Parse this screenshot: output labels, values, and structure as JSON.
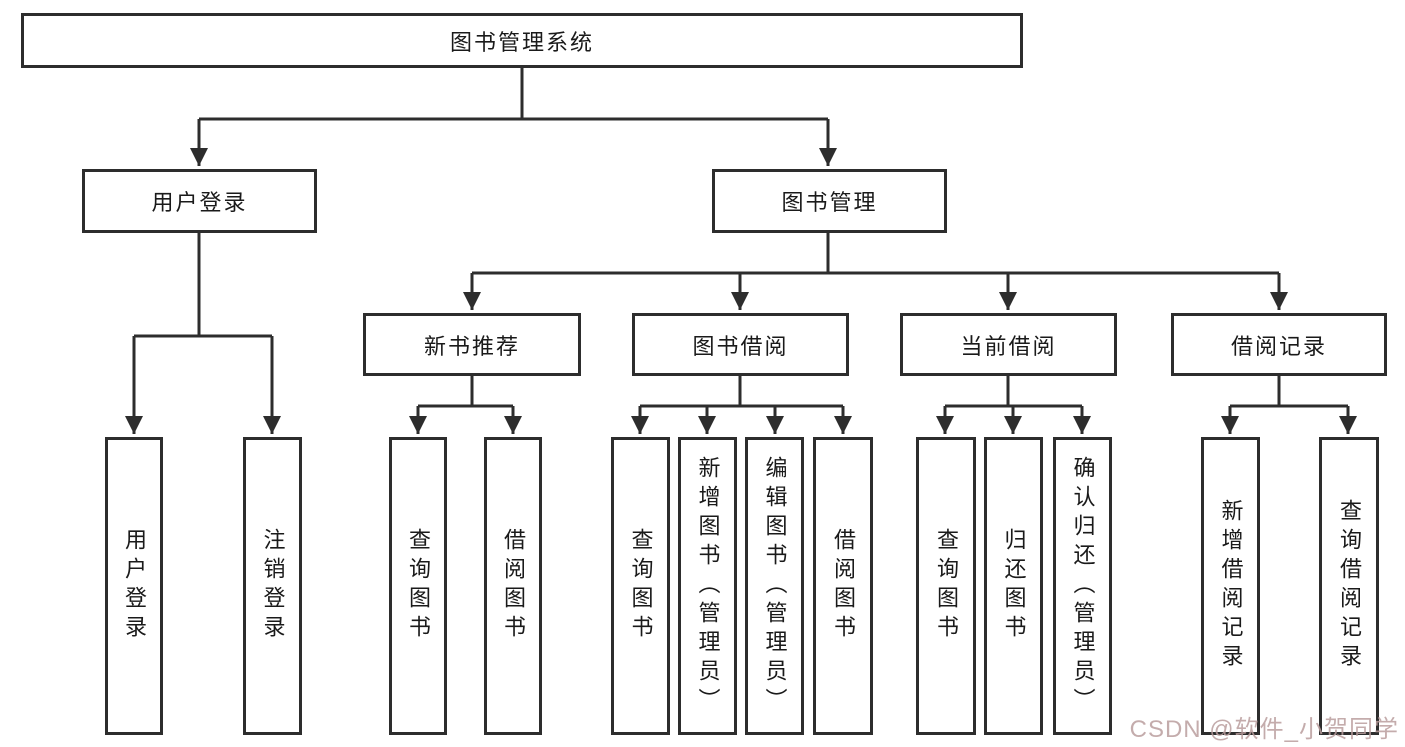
{
  "diagram_title": "图书管理系统",
  "nodes": {
    "root": "图书管理系统",
    "user_login": "用户登录",
    "book_mgmt": "图书管理",
    "new_book_rec": "新书推荐",
    "book_borrow": "图书借阅",
    "current_borrow": "当前借阅",
    "borrow_record": "借阅记录",
    "leaf_user_login": "用户登录",
    "leaf_logout": "注销登录",
    "leaf_query_books_a": "查询图书",
    "leaf_borrow_books_a": "借阅图书",
    "leaf_query_books_b": "查询图书",
    "leaf_add_books": "新增图书（管理员）",
    "leaf_edit_books": "编辑图书（管理员）",
    "leaf_borrow_books_b": "借阅图书",
    "leaf_query_books_c": "查询图书",
    "leaf_return_books": "归还图书",
    "leaf_confirm_return": "确认归还（管理员）",
    "leaf_add_record": "新增借阅记录",
    "leaf_query_record": "查询借阅记录"
  },
  "hierarchy": {
    "图书管理系统": {
      "用户登录": [
        "用户登录",
        "注销登录"
      ],
      "图书管理": {
        "新书推荐": [
          "查询图书",
          "借阅图书"
        ],
        "图书借阅": [
          "查询图书",
          "新增图书（管理员）",
          "编辑图书（管理员）",
          "借阅图书"
        ],
        "当前借阅": [
          "查询图书",
          "归还图书",
          "确认归还（管理员）"
        ],
        "借阅记录": [
          "新增借阅记录",
          "查询借阅记录"
        ]
      }
    }
  },
  "watermark": {
    "text": "CSDN @软件_小贺同学",
    "color": "#ba9e9e"
  },
  "colors": {
    "line": "#2d2d2d",
    "box_border": "#2d2d2d",
    "box_fill": "#ffffff",
    "text": "#1a1a1a",
    "background": "#ffffff"
  }
}
